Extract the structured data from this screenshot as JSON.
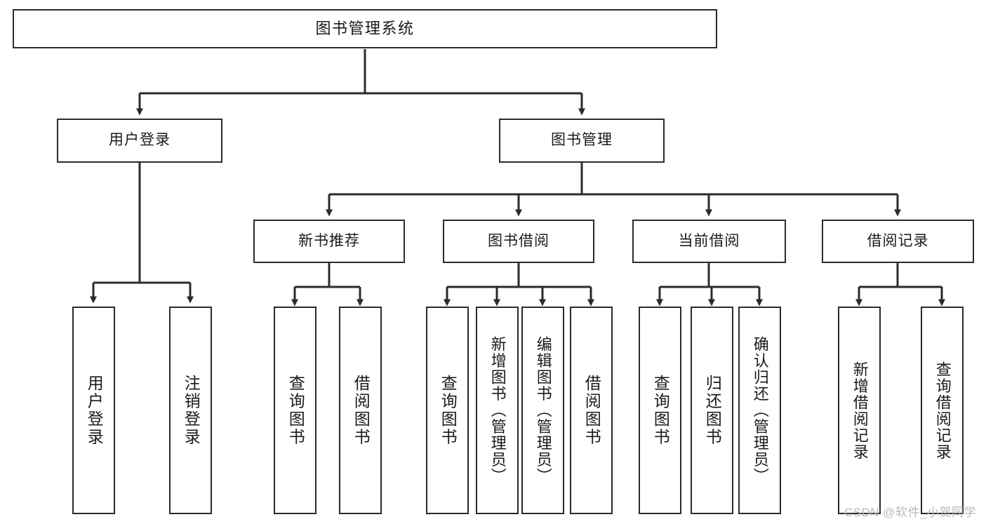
{
  "diagram": {
    "type": "tree",
    "title": "图书管理系统",
    "stroke_color": "#2b2b2b",
    "fill_color": "#ffffff",
    "text_color": "#1a1a1a",
    "watermark": "CSDN @软件_小贺同学",
    "nodes": {
      "root": {
        "label": "图书管理系统"
      },
      "l2": [
        {
          "id": "user-login",
          "label": "用户登录"
        },
        {
          "id": "book-manage",
          "label": "图书管理"
        }
      ],
      "l3": [
        {
          "id": "new-book-recommend",
          "label": "新书推荐"
        },
        {
          "id": "book-borrow",
          "label": "图书借阅"
        },
        {
          "id": "current-borrow",
          "label": "当前借阅"
        },
        {
          "id": "borrow-record",
          "label": "借阅记录"
        }
      ],
      "leaves": [
        {
          "id": "leaf-user-login",
          "label": "用户登录",
          "parent": "user-login"
        },
        {
          "id": "leaf-user-logout",
          "label": "注销登录",
          "parent": "user-login"
        },
        {
          "id": "leaf-query-book-1",
          "label": "查询图书",
          "parent": "new-book-recommend"
        },
        {
          "id": "leaf-borrow-book-1",
          "label": "借阅图书",
          "parent": "new-book-recommend"
        },
        {
          "id": "leaf-query-book-2",
          "label": "查询图书",
          "parent": "book-borrow"
        },
        {
          "id": "leaf-add-book",
          "label": "新增图书（管理员）",
          "parent": "book-borrow"
        },
        {
          "id": "leaf-edit-book",
          "label": "编辑图书（管理员）",
          "parent": "book-borrow"
        },
        {
          "id": "leaf-borrow-book-2",
          "label": "借阅图书",
          "parent": "book-borrow"
        },
        {
          "id": "leaf-query-book-3",
          "label": "查询图书",
          "parent": "current-borrow"
        },
        {
          "id": "leaf-return-book",
          "label": "归还图书",
          "parent": "current-borrow"
        },
        {
          "id": "leaf-confirm-return",
          "label": "确认归还（管理员）",
          "parent": "current-borrow"
        },
        {
          "id": "leaf-add-record",
          "label": "新增借阅记录",
          "parent": "borrow-record"
        },
        {
          "id": "leaf-query-record",
          "label": "查询借阅记录",
          "parent": "borrow-record"
        }
      ]
    }
  }
}
